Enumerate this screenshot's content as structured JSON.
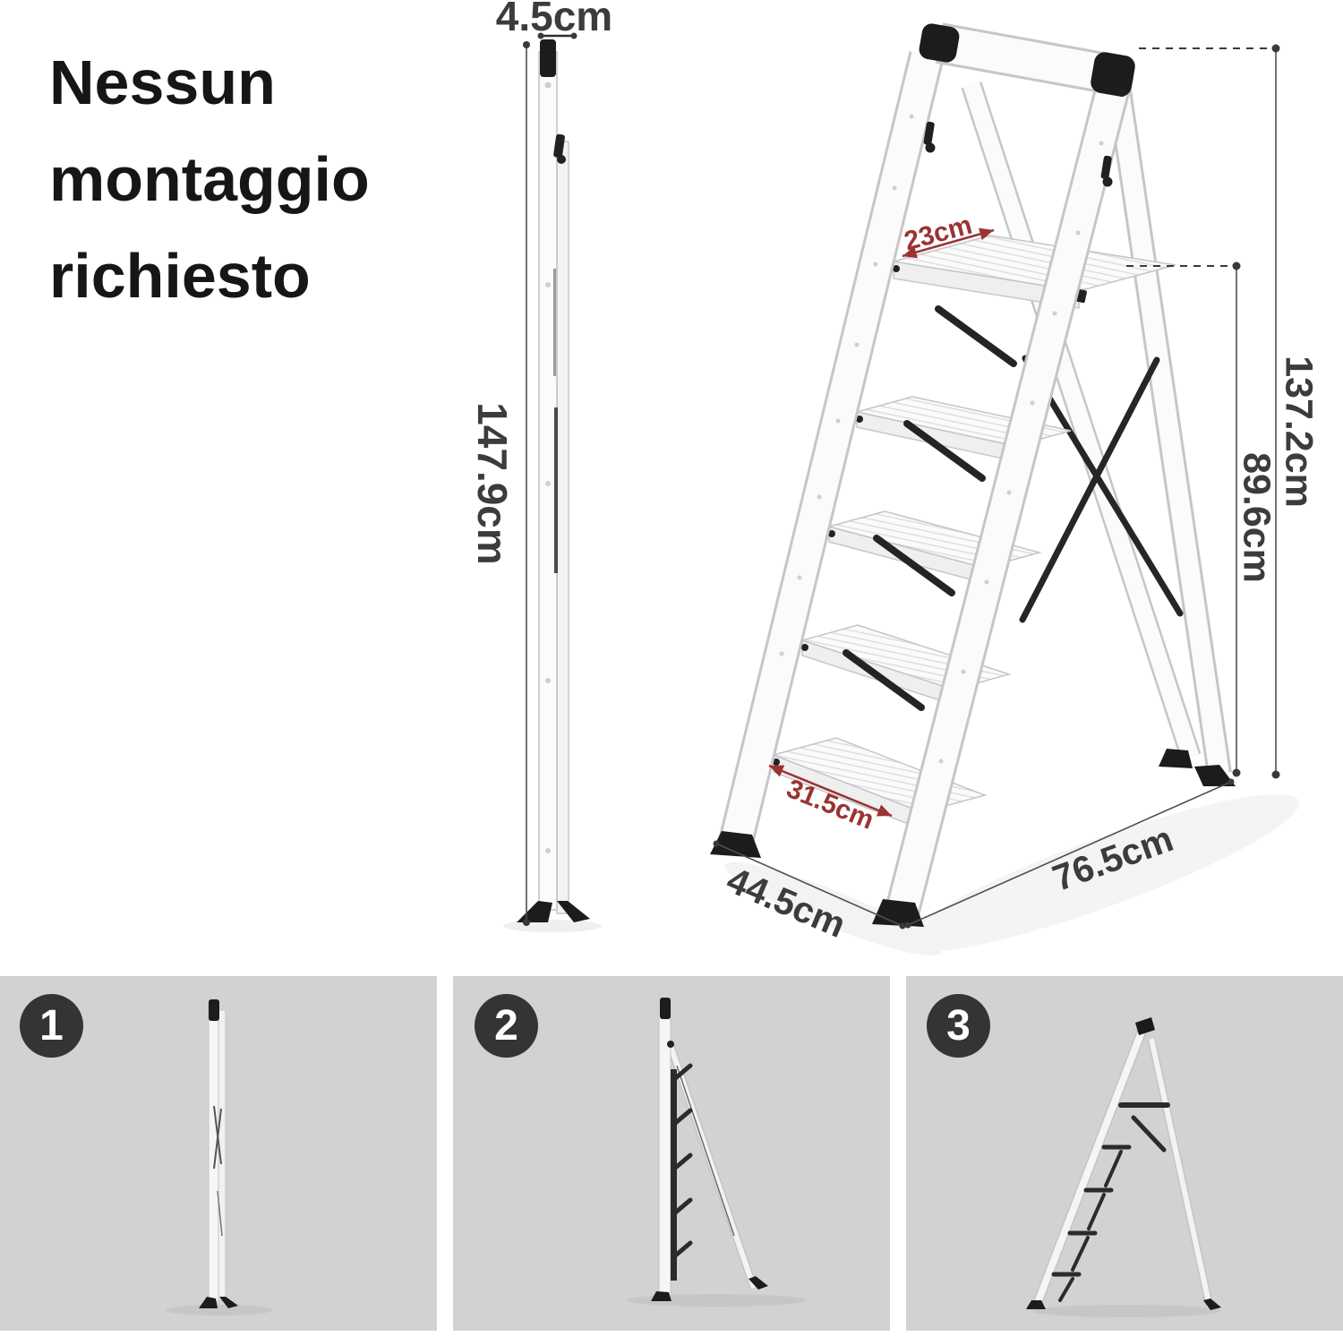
{
  "headline": {
    "line1": "Nessun",
    "line2": "montaggio",
    "line3": "richiesto"
  },
  "folded_view": {
    "width_label": "4.5cm",
    "height_label": "147.9cm"
  },
  "open_view": {
    "platform_depth_label": "23cm",
    "total_height_label": "137.2cm",
    "platform_height_label": "89.6cm",
    "bottom_step_width_label": "31.5cm",
    "base_width_label": "44.5cm",
    "base_depth_label": "76.5cm"
  },
  "assembly_steps": [
    {
      "number": "1"
    },
    {
      "number": "2"
    },
    {
      "number": "3"
    }
  ],
  "colors": {
    "dimension_red": "#9b3333",
    "dimension_dark": "#3c3c3c",
    "panel_background": "#d2d2d2",
    "badge_background": "#343434",
    "badge_text": "#ffffff"
  }
}
